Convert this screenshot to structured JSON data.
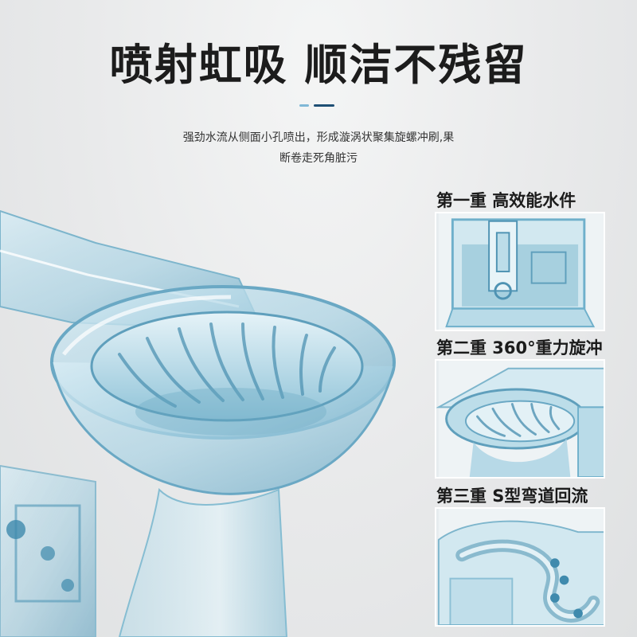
{
  "headline": "喷射虹吸 顺洁不残留",
  "subtitle": {
    "line1": "强劲水流从侧面小孔喷出，形成漩涡状聚集旋螺冲刷,果",
    "line2": "断卷走死角脏污"
  },
  "colors": {
    "accent_light": "#7fb8d6",
    "accent_dark": "#1e4f74",
    "glass": "#8fc3d8",
    "glass_deep": "#4f93b3"
  },
  "features": [
    {
      "title": "第一重  高效能水件",
      "icon": "water-tank-image"
    },
    {
      "title": "第二重  360°重力旋冲",
      "icon": "bowl-swirl-image"
    },
    {
      "title": "第三重  S型弯道回流",
      "icon": "s-trap-image"
    }
  ]
}
